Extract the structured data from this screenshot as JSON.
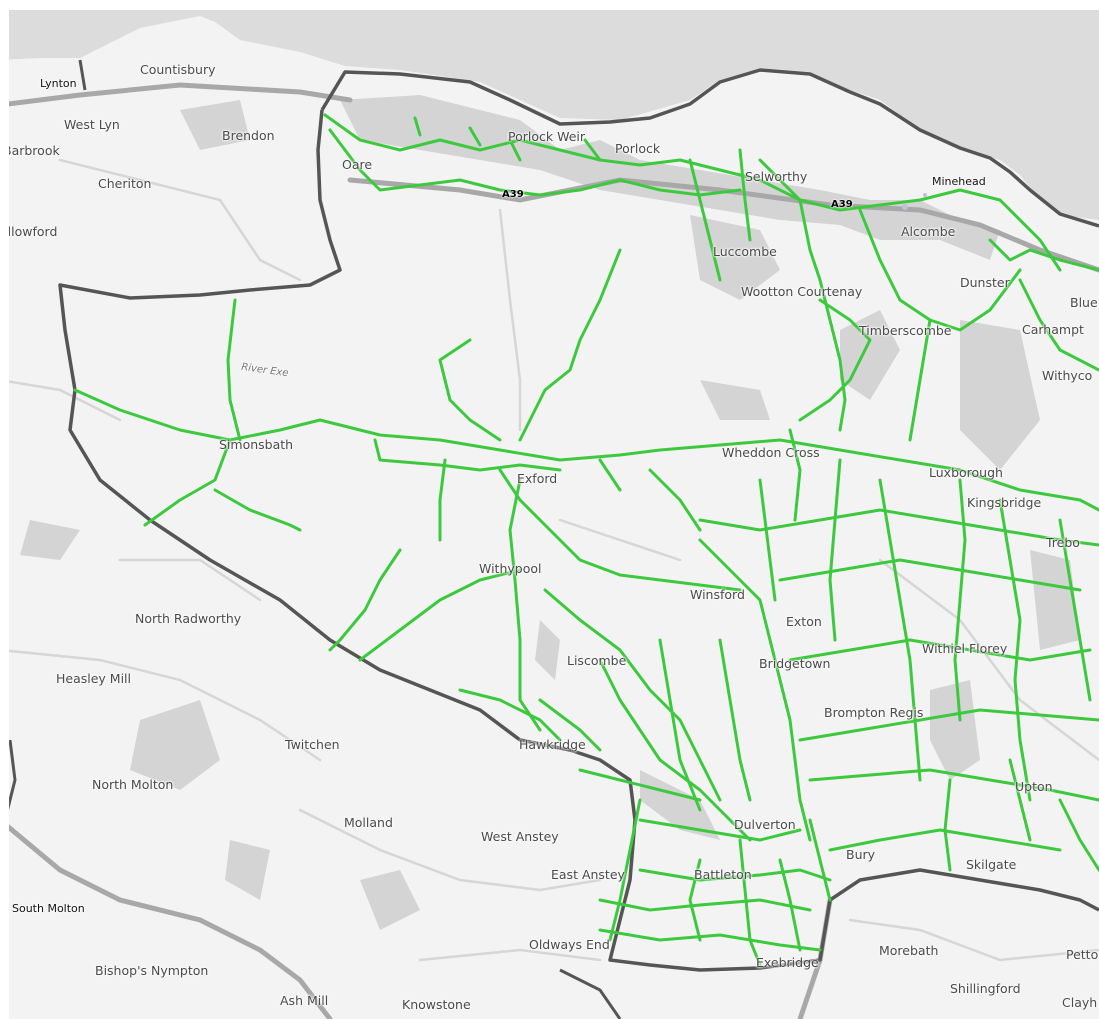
{
  "colors": {
    "sea": "#dcdcdc",
    "land": "#f3f3f3",
    "woodland": "#d0d0d0",
    "major_road": "#a8a8a8",
    "minor_road": "#d2d2d2",
    "boundary": "#555555",
    "route": "#3dc93d"
  },
  "places": [
    {
      "id": "lynton",
      "name": "Lynton",
      "dark": true
    },
    {
      "id": "countisbury",
      "name": "Countisbury"
    },
    {
      "id": "west-lyn",
      "name": "West Lyn"
    },
    {
      "id": "barbrook",
      "name": "Barbrook"
    },
    {
      "id": "brendon",
      "name": "Brendon"
    },
    {
      "id": "cheriton",
      "name": "Cheriton"
    },
    {
      "id": "allowford",
      "name": "allowford"
    },
    {
      "id": "oare",
      "name": "Oare"
    },
    {
      "id": "porlock-weir",
      "name": "Porlock Weir"
    },
    {
      "id": "porlock",
      "name": "Porlock"
    },
    {
      "id": "selworthy",
      "name": "Selworthy"
    },
    {
      "id": "minehead",
      "name": "Minehead",
      "dark": true
    },
    {
      "id": "alcombe",
      "name": "Alcombe"
    },
    {
      "id": "luccombe",
      "name": "Luccombe"
    },
    {
      "id": "wootton-courtenay",
      "name": "Wootton Courtenay"
    },
    {
      "id": "dunster",
      "name": "Dunster"
    },
    {
      "id": "blue",
      "name": "Blue"
    },
    {
      "id": "timberscombe",
      "name": "Timberscombe"
    },
    {
      "id": "carhampton",
      "name": "Carhampt"
    },
    {
      "id": "withycombe",
      "name": "Withyco"
    },
    {
      "id": "simonsbath",
      "name": "Simonsbath"
    },
    {
      "id": "exford",
      "name": "Exford"
    },
    {
      "id": "wheddon-cross",
      "name": "Wheddon Cross"
    },
    {
      "id": "luxborough",
      "name": "Luxborough"
    },
    {
      "id": "kingsbridge",
      "name": "Kingsbridge"
    },
    {
      "id": "treborough",
      "name": "Trebo"
    },
    {
      "id": "withypool",
      "name": "Withypool"
    },
    {
      "id": "winsford",
      "name": "Winsford"
    },
    {
      "id": "exton",
      "name": "Exton"
    },
    {
      "id": "north-radworthy",
      "name": "North Radworthy"
    },
    {
      "id": "liscombe",
      "name": "Liscombe"
    },
    {
      "id": "bridgetown",
      "name": "Bridgetown"
    },
    {
      "id": "withiel-florey",
      "name": "Withiel Florey"
    },
    {
      "id": "heasley-mill",
      "name": "Heasley Mill"
    },
    {
      "id": "brompton-regis",
      "name": "Brompton Regis"
    },
    {
      "id": "twitchen",
      "name": "Twitchen"
    },
    {
      "id": "hawkridge",
      "name": "Hawkridge"
    },
    {
      "id": "north-molton",
      "name": "North Molton"
    },
    {
      "id": "upton",
      "name": "Upton"
    },
    {
      "id": "molland",
      "name": "Molland"
    },
    {
      "id": "west-anstey",
      "name": "West Anstey"
    },
    {
      "id": "dulverton",
      "name": "Dulverton"
    },
    {
      "id": "bury",
      "name": "Bury"
    },
    {
      "id": "skilgate",
      "name": "Skilgate"
    },
    {
      "id": "east-anstey",
      "name": "East Anstey"
    },
    {
      "id": "battleton",
      "name": "Battleton"
    },
    {
      "id": "south-molton",
      "name": "South Molton",
      "dark": true
    },
    {
      "id": "oldways-end",
      "name": "Oldways End"
    },
    {
      "id": "morebath",
      "name": "Morebath"
    },
    {
      "id": "petton",
      "name": "Petto"
    },
    {
      "id": "exebridge",
      "name": "Exebridge"
    },
    {
      "id": "shillingford",
      "name": "Shillingford"
    },
    {
      "id": "bishops-nympton",
      "name": "Bishop's Nympton"
    },
    {
      "id": "ash-mill",
      "name": "Ash Mill"
    },
    {
      "id": "knowstone",
      "name": "Knowstone"
    },
    {
      "id": "clayhanger",
      "name": "Clayh"
    }
  ],
  "roads": [
    {
      "id": "a39-west",
      "name": "A39"
    },
    {
      "id": "a39-east",
      "name": "A39"
    }
  ],
  "rivers": [
    {
      "id": "river-exe",
      "name": "River Exe"
    }
  ]
}
